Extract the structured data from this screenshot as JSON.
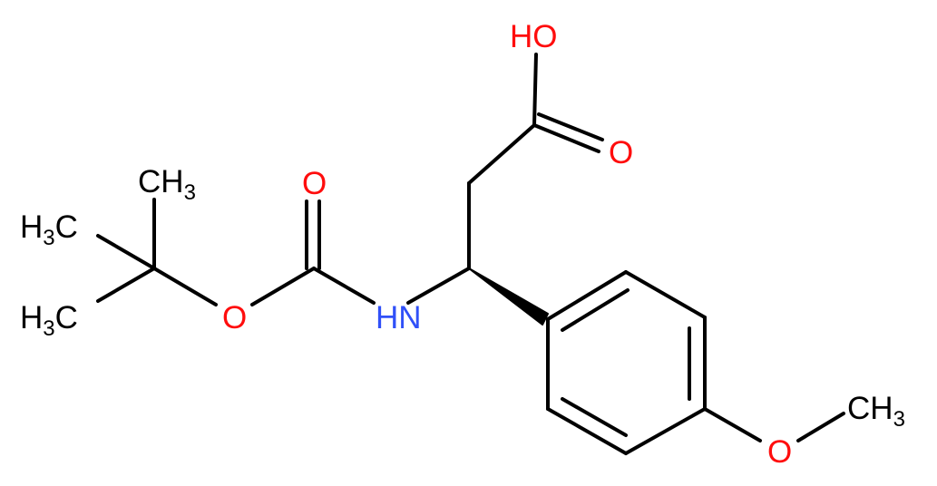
{
  "colors": {
    "bond": "#000000",
    "carbon": "#000000",
    "oxygen": "#ff0d0d",
    "nitrogen": "#3050f8",
    "background": "#ffffff"
  },
  "labels": {
    "oh": "HO",
    "acid_carbonyl_o": "O",
    "carbamate_carbonyl_o": "O",
    "ester_o": "O",
    "nh": "HN",
    "methoxy_o": "O",
    "ch3_top": {
      "main": "CH",
      "sub": "3"
    },
    "h3c_middle": {
      "h": "H",
      "sub": "3",
      "c": "C"
    },
    "h3c_bottom": {
      "h": "H",
      "sub": "3",
      "c": "C"
    },
    "ch3_methoxy": {
      "main": "CH",
      "sub": "3"
    }
  }
}
